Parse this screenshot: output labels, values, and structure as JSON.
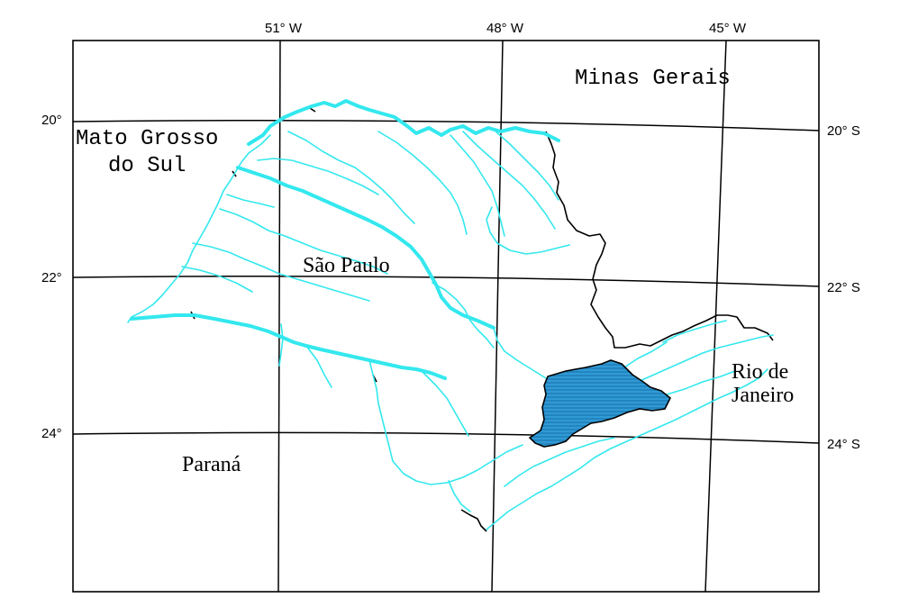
{
  "colors": {
    "river": "#33e8ee",
    "border": "#000000",
    "grid": "#000000",
    "metro_fill": "#2f9ad6",
    "metro_hatch": "#1a6fa6",
    "background": "#ffffff"
  },
  "longitude_labels": [
    "51° W",
    "48° W",
    "45° W"
  ],
  "latitude_labels_left": [
    "20°",
    "22°",
    "24°"
  ],
  "latitude_labels_right": [
    "20° S",
    "22° S",
    "24° S"
  ],
  "regions": {
    "minas_gerais": "Minas Gerais",
    "mato_grosso_line1": "Mato Grosso",
    "mato_grosso_line2": "do Sul",
    "sao_paulo": "São Paulo",
    "parana": "Paraná",
    "rio_line1": "Rio de",
    "rio_line2": "Janeiro"
  },
  "highlight": {
    "type": "metropolitan-area",
    "fill_color": "#2f9ad6"
  }
}
